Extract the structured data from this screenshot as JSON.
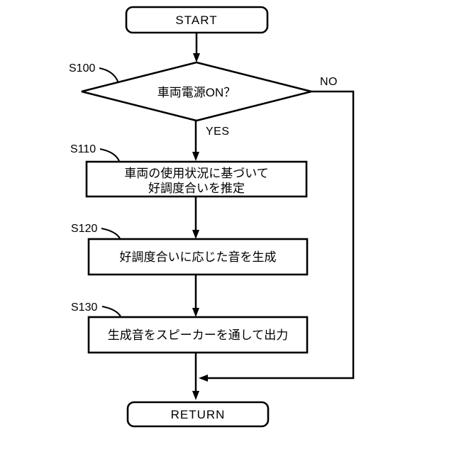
{
  "flowchart": {
    "start_label": "START",
    "return_label": "RETURN",
    "decision": {
      "step_id": "S100",
      "text": "車両電源ON？",
      "yes_label": "YES",
      "no_label": "NO"
    },
    "steps": [
      {
        "step_id": "S110",
        "line1": "車両の使用状況に基づいて",
        "line2": "好調度合いを推定"
      },
      {
        "step_id": "S120",
        "line1": "好調度合いに応じた音を生成"
      },
      {
        "step_id": "S130",
        "line1": "生成音をスピーカーを通して出力"
      }
    ],
    "colors": {
      "stroke": "#000000",
      "background": "#ffffff"
    }
  }
}
